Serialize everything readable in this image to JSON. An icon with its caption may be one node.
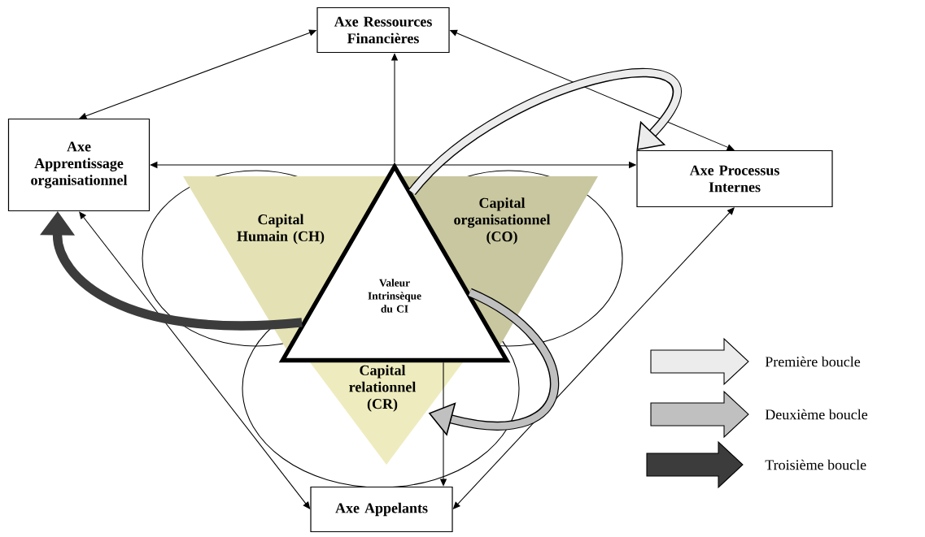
{
  "diagram": {
    "nodes": [
      {
        "text": [
          "Axe Ressources Financières"
        ]
      },
      {
        "text": [
          "Axe Apprentissage organisationnel"
        ]
      },
      {
        "text": [
          "Axe Processus Internes"
        ]
      },
      {
        "text": [
          "Axe Appelants"
        ]
      },
      {
        "text": [
          "Capital Humain (CH)"
        ]
      },
      {
        "text": [
          "Capital organisationnel (CO)"
        ]
      },
      {
        "text": [
          "Capital relationnel (CR)"
        ]
      },
      {
        "text": [
          "Valeur Intrinsèque du CI"
        ]
      }
    ],
    "edges": [
      {
        "from": 0,
        "to": 1,
        "arrow": "both"
      },
      {
        "from": 7,
        "to": 0,
        "arrow": "to"
      },
      {
        "from": 1,
        "to": 2,
        "arrow": "both"
      },
      {
        "from": 0,
        "to": 2,
        "arrow": "both"
      },
      {
        "from": 1,
        "to": 3,
        "arrow": "both"
      },
      {
        "from": 7,
        "to": 3,
        "arrow": "to"
      },
      {
        "from": 3,
        "to": 2,
        "arrow": "both"
      },
      {
        "from": 7,
        "to": 2,
        "arrow": "to",
        "style": "thick",
        "color": "#ececec"
      },
      {
        "from": 7,
        "to": 6,
        "arrow": "to",
        "style": "thick",
        "color": "#c0c0c0"
      },
      {
        "from": 7,
        "to": 1,
        "arrow": "to",
        "style": "thick",
        "color": "#3c3c3c"
      }
    ],
    "legend": [
      {
        "text": "Première boucle",
        "color": "#ececec"
      },
      {
        "text": "Deuxième boucle",
        "color": "#c0c0c0"
      },
      {
        "text": "Troisième boucle",
        "color": "#3c3c3c"
      }
    ]
  }
}
